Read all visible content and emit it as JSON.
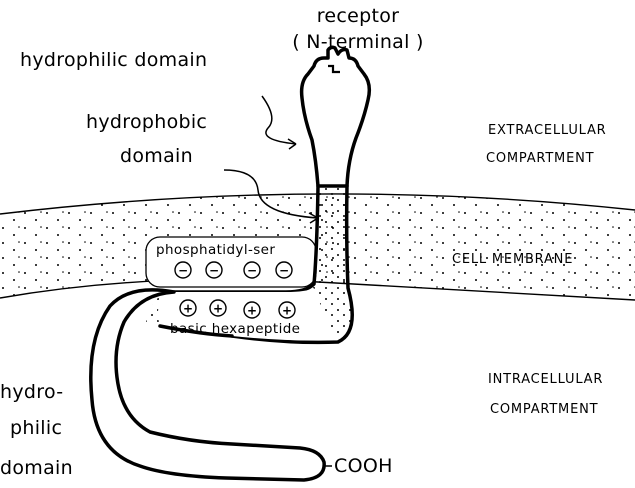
{
  "labels": {
    "receptor": "receptor",
    "n_terminal": "( N-terminal )",
    "hydrophilic_domain_top": "hydrophilic domain",
    "hydrophobic": "hydrophobic",
    "hydrophobic_domain": "domain",
    "extracellular_line1": "EXTRACELLULAR",
    "extracellular_line2": "COMPARTMENT",
    "cell_membrane": "CELL MEMBRANE",
    "phosphatidyl_ser": "phosphatidyl-ser",
    "basic_hexapeptide": "basic hexapeptide",
    "intracellular_line1": "INTRACELLULAR",
    "intracellular_line2": "COMPARTMENT",
    "hydrophilic_bottom_line1": "hydro-",
    "hydrophilic_bottom_line2": "philic",
    "hydrophilic_bottom_line3": "domain",
    "cooh": "COOH"
  },
  "charges": {
    "negative": [
      "−",
      "−",
      "−",
      "−"
    ],
    "positive": [
      "+",
      "+",
      "+",
      "+"
    ]
  }
}
